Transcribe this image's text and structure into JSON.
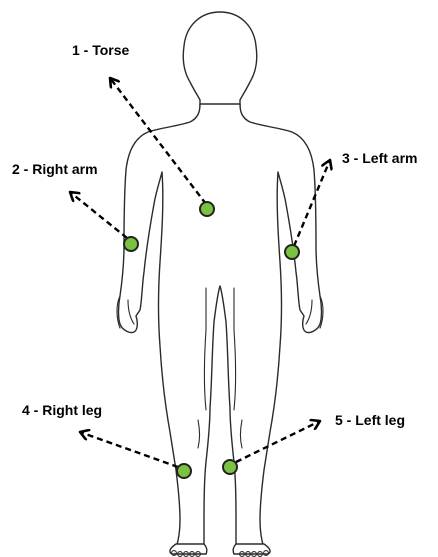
{
  "figure": {
    "sensors": [
      {
        "id": "torse",
        "label": "1 - Torse"
      },
      {
        "id": "right-arm",
        "label": "2 - Right arm"
      },
      {
        "id": "left-arm",
        "label": "3 - Left arm"
      },
      {
        "id": "right-leg",
        "label": "4 - Right leg"
      },
      {
        "id": "left-leg",
        "label": "5 - Left leg"
      }
    ],
    "colors": {
      "sensor_fill": "#7cc242",
      "outline": "#2b2b2b",
      "arrow": "#000000"
    }
  }
}
